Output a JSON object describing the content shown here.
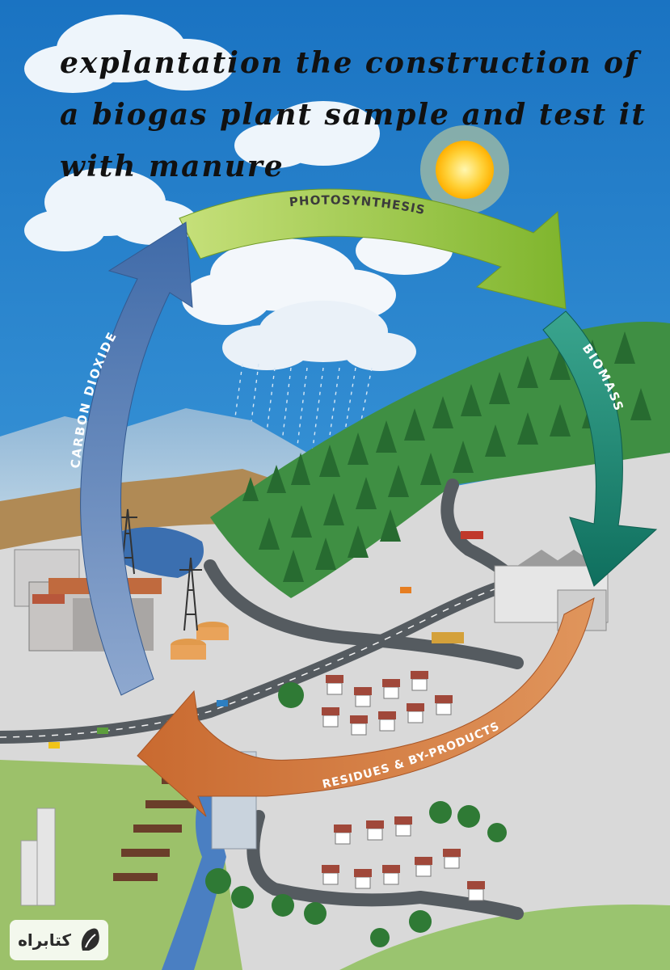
{
  "title": {
    "lines": [
      "explantation the construction of",
      "a biogas plant sample and test it",
      "with manure"
    ]
  },
  "cycle_labels": {
    "photosynthesis": "PHOTOSYNTHESIS",
    "biomass": "BIOMASS",
    "residues": "RESIDUES & BY-PRODUCTS",
    "carbon_dioxide": "CARBON DIOXIDE"
  },
  "watermark": {
    "text": "کتابراه",
    "logo_icon": "book-leaf-icon"
  },
  "colors": {
    "sky": "#1f7fc8",
    "photosynthesis_arrow": "#9cc83c",
    "biomass_arrow": "#1d8c78",
    "residues_arrow": "#d98248",
    "carbon_arrow": "#4f78b4",
    "forest": "#2f8a3a",
    "ground": "#d9d9d9"
  }
}
